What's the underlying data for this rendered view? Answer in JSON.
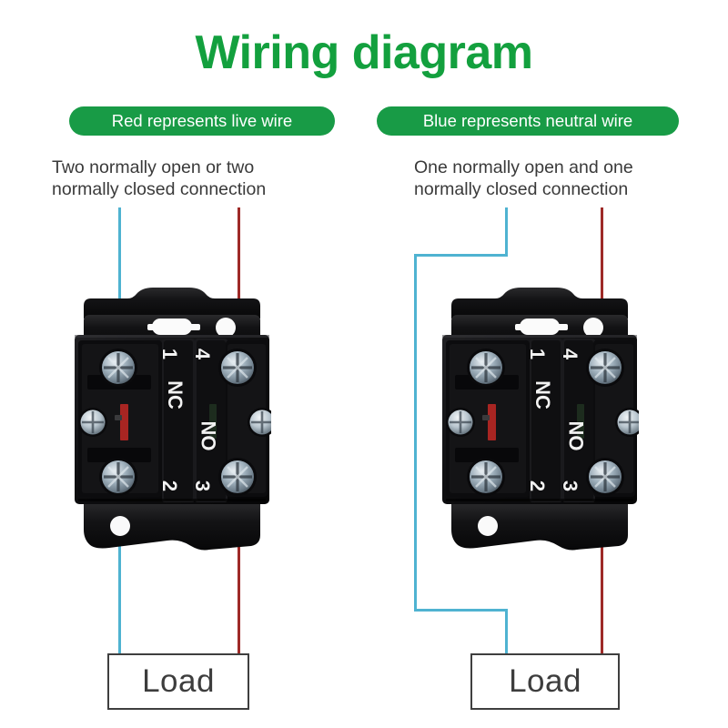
{
  "title": "Wiring diagram",
  "legend": {
    "live": "Red represents live wire",
    "neutral": "Blue represents neutral wire"
  },
  "colors": {
    "green": "#189b46",
    "title_green": "#13a03e",
    "red_wire": "#9e2a27",
    "blue_wire": "#4fb3d1",
    "body_black": "#111111",
    "text_dark": "#3a3a3a"
  },
  "diagrams": [
    {
      "id": "left",
      "caption": "Two normally open or two\nnormally closed connection",
      "load_label": "Load",
      "terminals": {
        "top_left": "1",
        "bottom_left": "2",
        "top_right": "4",
        "bottom_right": "3",
        "left_mode": "NC",
        "right_mode": "NO"
      },
      "wires": [
        {
          "name": "neutral-wire",
          "color": "#4fb3d1",
          "from": "top",
          "to": "Load",
          "terminals": [
            "1",
            "2"
          ]
        },
        {
          "name": "live-wire",
          "color": "#9e2a27",
          "from": "top",
          "to": "Load",
          "terminals": [
            "4",
            "3"
          ]
        }
      ]
    },
    {
      "id": "right",
      "caption": "One normally open and one\nnormally closed connection",
      "load_label": "Load",
      "terminals": {
        "top_left": "1",
        "bottom_left": "2",
        "top_right": "4",
        "bottom_right": "3",
        "left_mode": "NC",
        "right_mode": "NO"
      },
      "wires": [
        {
          "name": "neutral-wire",
          "color": "#4fb3d1",
          "from": "top",
          "to": "Load",
          "terminals": [
            "1",
            "2"
          ],
          "routed": true
        },
        {
          "name": "live-wire",
          "color": "#9e2a27",
          "from": "top",
          "to": "Load",
          "terminals": [
            "4",
            "3"
          ]
        }
      ]
    }
  ]
}
